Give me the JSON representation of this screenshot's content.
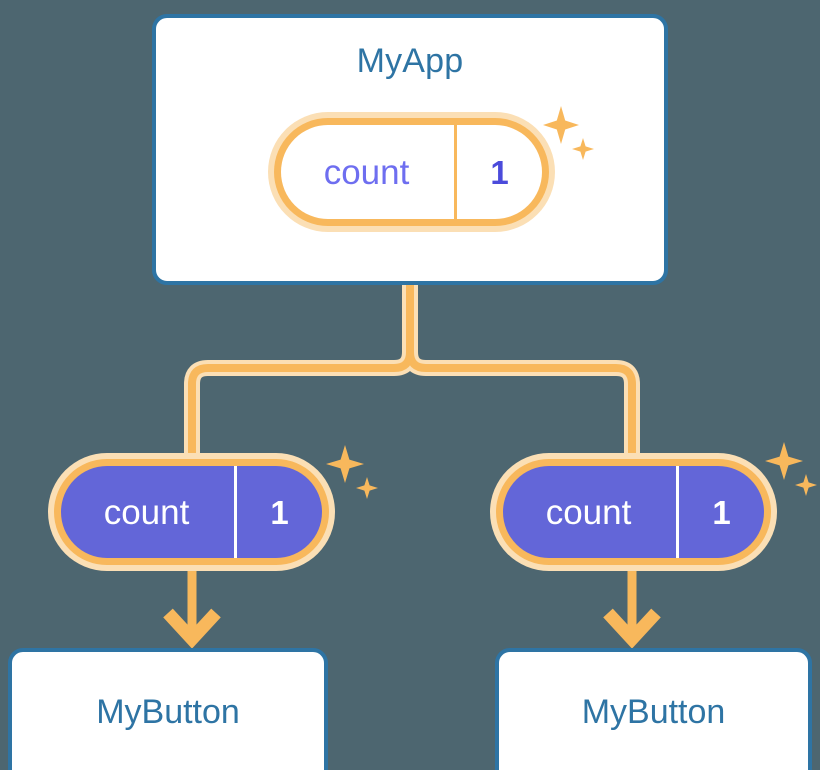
{
  "diagram": {
    "title": "MyApp component tree with shared count state",
    "background_color": "#4d6670"
  },
  "colors": {
    "background": "#4d6670",
    "card_border_blue": "#2e74a4",
    "card_text_blue": "#2e74a4",
    "pill_ring_outer": "#fbdfb5",
    "pill_ring_inner": "#f8b85c",
    "pill_purple_fill": "#6366d8",
    "pill_top_key_text": "#6e6ef0",
    "pill_top_value_text": "#4b4bdb",
    "pill_sub_text": "#ffffff",
    "connector_orange": "#f8b85c",
    "connector_orange_soft": "#fbdfb5",
    "sparkle": "#f8b85c"
  },
  "root": {
    "label": "MyApp",
    "state_pill": {
      "key": "count",
      "value": "1",
      "sparkle_large": "sparkle-icon",
      "sparkle_small": "sparkle-icon"
    }
  },
  "children": [
    {
      "id": "left",
      "state_pill": {
        "key": "count",
        "value": "1",
        "sparkle_large": "sparkle-icon",
        "sparkle_small": "sparkle-icon"
      },
      "label": "MyButton"
    },
    {
      "id": "right",
      "state_pill": {
        "key": "count",
        "value": "1",
        "sparkle_large": "sparkle-icon",
        "sparkle_small": "sparkle-icon"
      },
      "label": "MyButton"
    }
  ],
  "connectors": {
    "trunk_name": "trunk-connector",
    "branch_left_name": "branch-connector-left",
    "branch_right_name": "branch-connector-right",
    "arrow_left_name": "arrow-to-left-button",
    "arrow_right_name": "arrow-to-right-button"
  }
}
